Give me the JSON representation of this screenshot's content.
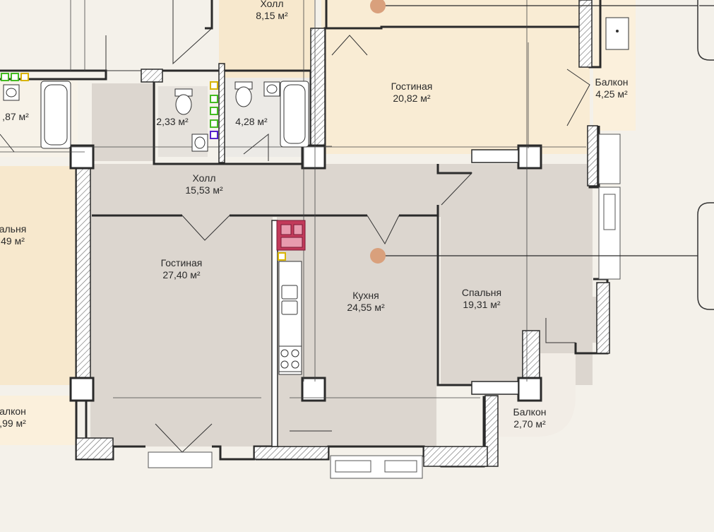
{
  "colors": {
    "page_bg": "#f4f1ea",
    "selected_fill": "#dcd6cf",
    "other_fill": "#f7e8cd",
    "wall": "#2a2a2a",
    "marker": "#d9a07c"
  },
  "rooms": [
    {
      "name": "Холл",
      "area": "8,15 м²"
    },
    {
      "name": "Гостиная",
      "area": "20,82 м²"
    },
    {
      "name": "Балкон",
      "area": "4,25 м²"
    },
    {
      "name": "",
      "area": ",87 м²"
    },
    {
      "name": "",
      "area": "2,33 м²"
    },
    {
      "name": "",
      "area": "4,28 м²"
    },
    {
      "name": "Холл",
      "area": "15,53 м²"
    },
    {
      "name": "альня",
      "area": "49 м²"
    },
    {
      "name": "Гостиная",
      "area": "27,40 м²"
    },
    {
      "name": "Кухня",
      "area": "24,55 м²"
    },
    {
      "name": "Спальня",
      "area": "19,31 м²"
    },
    {
      "name": "алкон",
      "area": ",99 м²"
    },
    {
      "name": "Балкон",
      "area": "2,70 м²"
    }
  ]
}
